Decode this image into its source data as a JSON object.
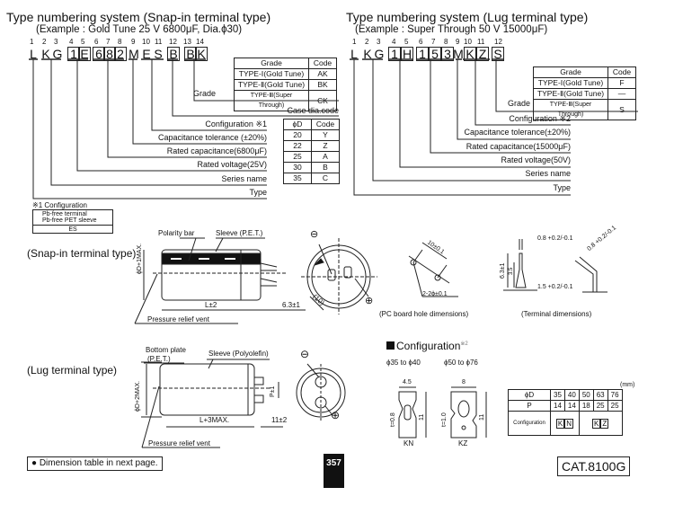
{
  "snap": {
    "title": "Type numbering system (Snap-in terminal type)",
    "example": "(Example : Gold Tune  25 V 6800μF,  Dia.ϕ30)",
    "positions": [
      "1",
      "2",
      "3",
      "4",
      "5",
      "6",
      "7",
      "8",
      "9",
      "10",
      "11",
      "12",
      "13",
      "14"
    ],
    "letters": [
      "L",
      "K",
      "G",
      "1",
      "E",
      "6",
      "8",
      "2",
      "M",
      "E",
      "S",
      "B",
      "B",
      "K"
    ],
    "grade_table": {
      "headers": [
        "Grade",
        "Code"
      ],
      "rows": [
        [
          "TYPE-Ⅰ(Gold Tune)",
          "AK"
        ],
        [
          "TYPE-Ⅱ(Gold Tune)",
          "BK"
        ],
        [
          "TYPE-Ⅲ(Super Through)",
          "CK"
        ]
      ]
    },
    "labels": {
      "grade": "Grade",
      "case_dia": "Case dia.code",
      "configuration": "Configuration ※1",
      "cap_tol": "Capacitance tolerance (±20%)",
      "rated_cap": "Rated capacitance(6800μF)",
      "rated_volt": "Rated voltage(25V)",
      "series": "Series name",
      "type": "Type"
    },
    "dia_table": {
      "headers": [
        "ϕD",
        "Code"
      ],
      "rows": [
        [
          "20",
          "Y"
        ],
        [
          "22",
          "Z"
        ],
        [
          "25",
          "A"
        ],
        [
          "30",
          "B"
        ],
        [
          "35",
          "C"
        ]
      ]
    },
    "note": {
      "title": "※1 Configuration",
      "line1": "Pb-free terminal",
      "line2": "Pb-free PET sleeve",
      "code": "ES"
    }
  },
  "lug": {
    "title": "Type numbering system (Lug terminal type)",
    "example": "(Example : Super Through 50 V 15000μF)",
    "positions": [
      "1",
      "2",
      "3",
      "4",
      "5",
      "6",
      "7",
      "8",
      "9",
      "10",
      "11",
      "12"
    ],
    "letters": [
      "L",
      "K",
      "G",
      "1",
      "H",
      "1",
      "5",
      "3",
      "M",
      "K",
      "Z",
      "S"
    ],
    "grade_table": {
      "headers": [
        "Grade",
        "Code"
      ],
      "rows": [
        [
          "TYPE-Ⅰ(Gold Tune)",
          "F"
        ],
        [
          "TYPE-Ⅱ(Gold Tune)",
          "—"
        ],
        [
          "TYPE-Ⅲ(Super Through)",
          "S"
        ]
      ]
    },
    "labels": {
      "grade": "Grade",
      "configuration": "Configuration ※2",
      "cap_tol": "Capacitance tolerance(±20%)",
      "rated_cap": "Rated capacitance(15000μF)",
      "rated_volt": "Rated voltage(50V)",
      "series": "Series name",
      "type": "Type"
    }
  },
  "snap_drawing": {
    "heading": "(Snap-in terminal type)",
    "polarity_bar": "Polarity bar",
    "sleeve": "Sleeve (P.E.T.)",
    "diameter": "ϕD+1MAX.",
    "length": "L±2",
    "lead": "6.3±1",
    "vent": "Pressure relief vent",
    "pitch": "(10)",
    "minus": "⊖",
    "plus": "⊕",
    "hole_pitch": "10±0.1",
    "hole_dia": "2-2ϕ±0.1",
    "pcb_caption": "(PC board hole dimensions)",
    "t_width": "0.8 +0.2/-0.1",
    "t_height": "6.3±1",
    "t_inner": "3.5",
    "t_base": "1.5 +0.2/-0.1",
    "t_width2": "0.8 +0.2/-0.1",
    "terminal_caption": "(Terminal dimensions)"
  },
  "lug_drawing": {
    "heading": "(Lug terminal type)",
    "bottom_plate": "Bottom plate",
    "bottom_plate2": "(P.E.T.)",
    "sleeve": "Sleeve (Polyolefin)",
    "diameter": "ϕD+2MAX.",
    "pitch": "P±1",
    "length": "L+3MAX.",
    "lead": "11±2",
    "vent": "Pressure relief vent",
    "minus": "⊖",
    "plus": "⊕"
  },
  "config": {
    "title": "Configuration",
    "mark": "※2",
    "range1": "ϕ35 to ϕ40",
    "range2": "ϕ50 to ϕ76",
    "kn_w": "4.5",
    "kn_t": "t=0.8",
    "kn_h": "11",
    "kn": "KN",
    "kz_w": "8",
    "kz_t": "t=1.0",
    "kz_h": "11",
    "kz": "KZ",
    "unit": "(mm)",
    "table": {
      "row_d": [
        "ϕD",
        "35",
        "40",
        "50",
        "63",
        "76"
      ],
      "row_p": [
        "P",
        "14",
        "14",
        "18",
        "25",
        "25"
      ],
      "config_label": "Configuration",
      "kn": [
        "K",
        "N"
      ],
      "kz": [
        "K",
        "Z"
      ]
    }
  },
  "footer": {
    "note": "● Dimension table in next page.",
    "page": "357",
    "catalog": "CAT.8100G"
  }
}
